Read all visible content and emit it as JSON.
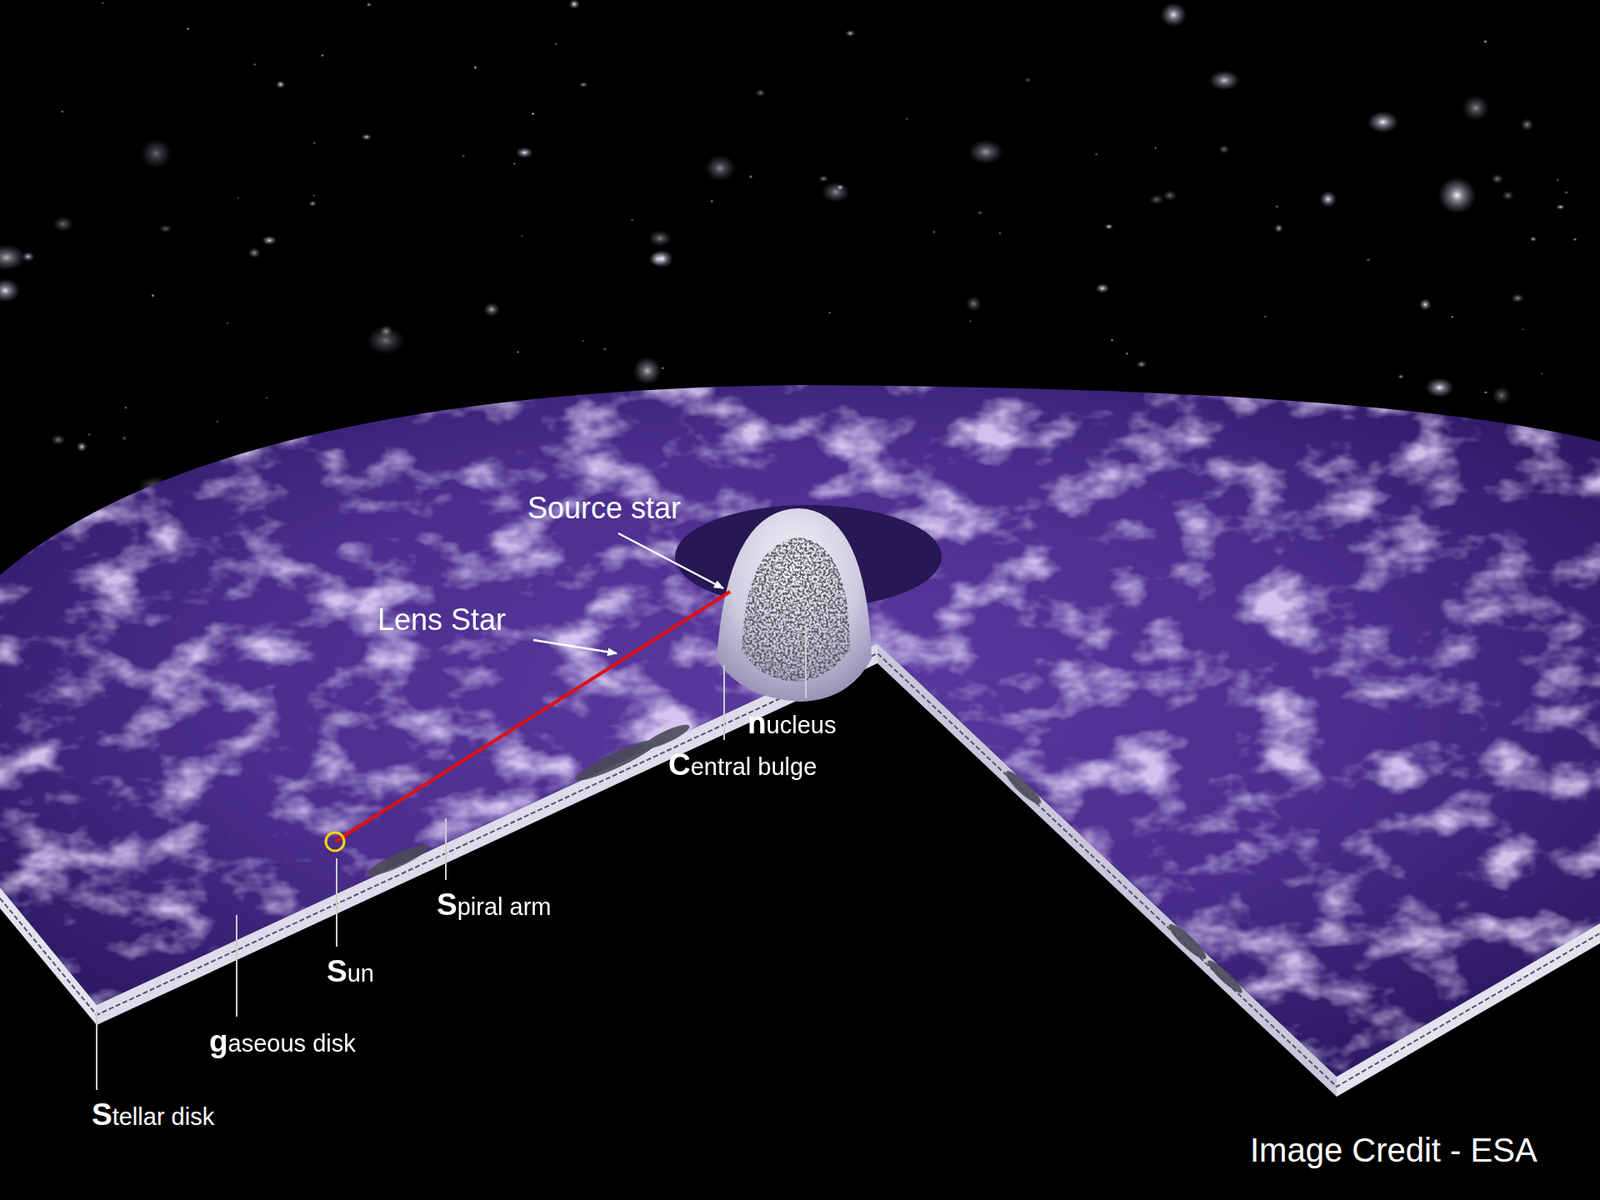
{
  "diagram": {
    "labels": [
      "Source star",
      "Lens Star",
      "nucleus",
      "Central bulge",
      "Spiral arm",
      "Sun",
      "gaseous disk",
      "Stellar disk",
      "Image Credit - ESA"
    ]
  }
}
